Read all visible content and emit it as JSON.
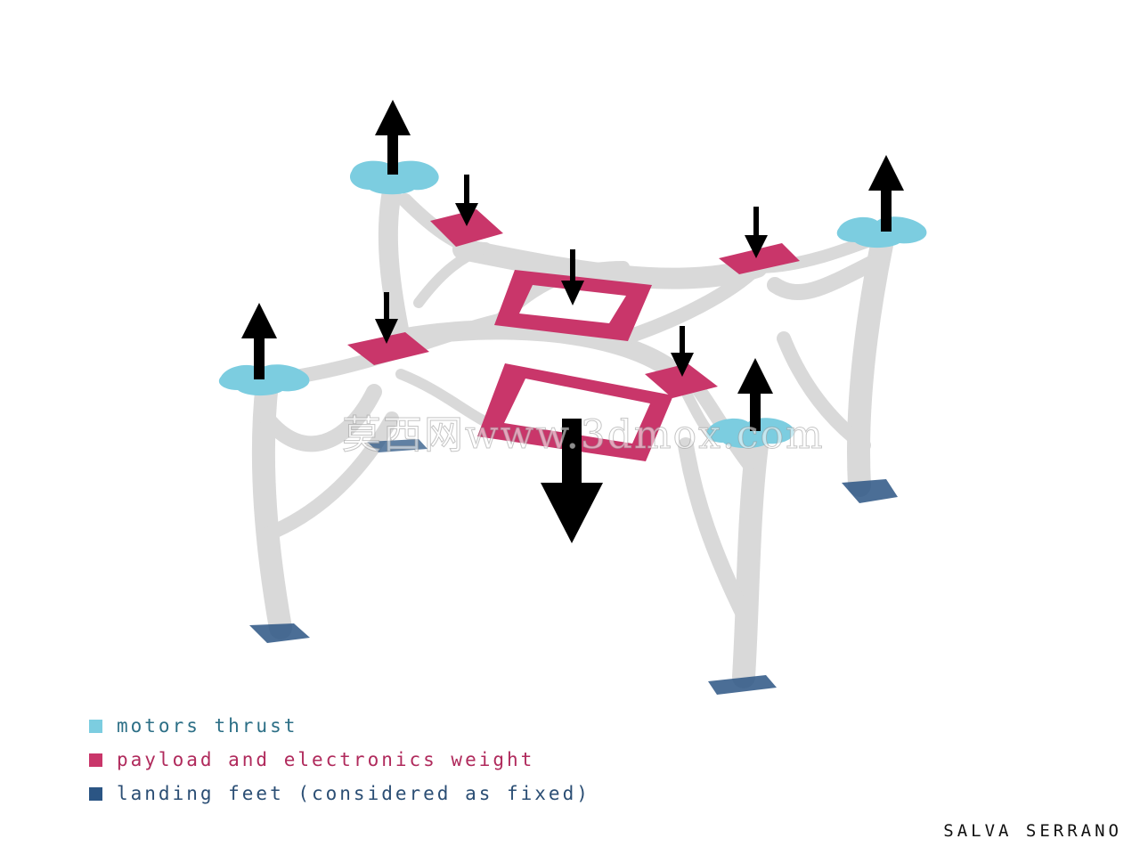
{
  "colors": {
    "motors_thrust": "#7ccde0",
    "payload_weight": "#c9366a",
    "landing_feet": "#2b5584",
    "frame": "#d6d6d6",
    "arrow": "#000000"
  },
  "legend": [
    {
      "label": "motors thrust",
      "color": "#7ccde0",
      "text_color": "#2c6f86"
    },
    {
      "label": "payload and electronics weight",
      "color": "#c9366a",
      "text_color": "#b02a5c"
    },
    {
      "label": "landing feet (considered as fixed)",
      "color": "#2b5584",
      "text_color": "#2b4e74"
    }
  ],
  "author": "SALVA SERRANO",
  "watermark": "莫西网www.3dmox.com",
  "icons": {
    "force_up": "arrow-up-icon",
    "force_down": "arrow-down-icon"
  }
}
